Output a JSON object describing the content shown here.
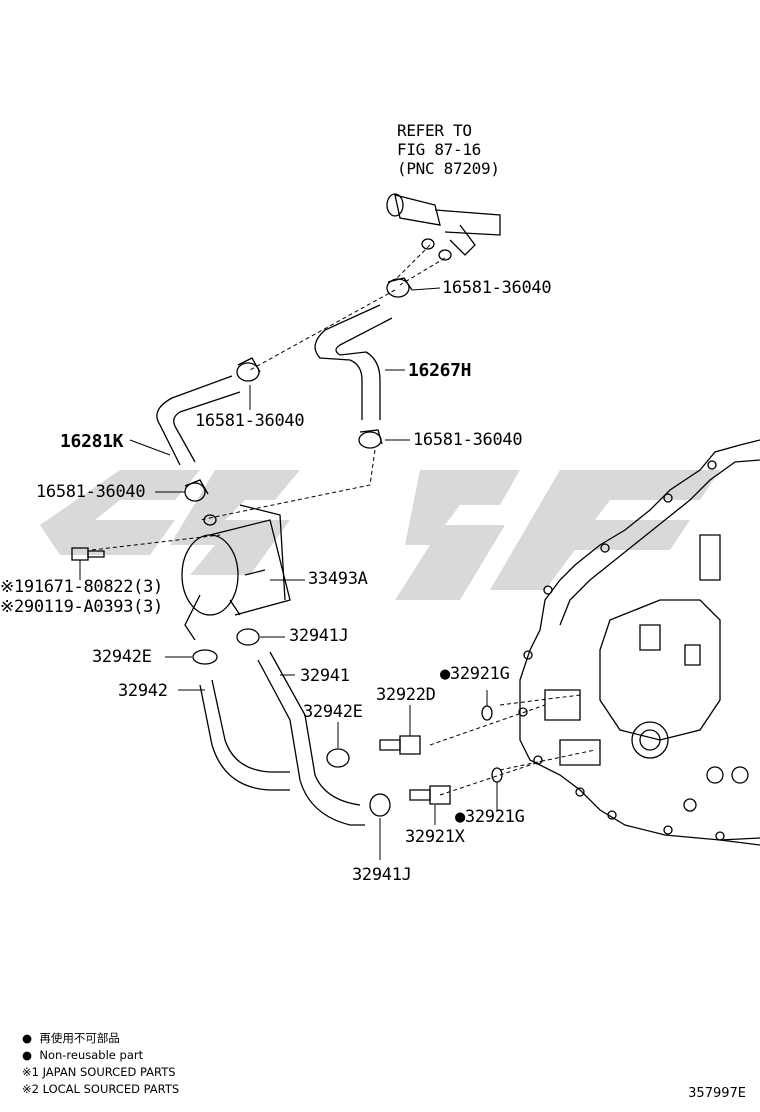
{
  "refer": [
    "REFER TO",
    "FIG 87-16",
    "(PNC 87209)"
  ],
  "parts": {
    "clamp_top": "16581-36040",
    "hose_16267h": "16267H",
    "clamp_mid": "16581-36040",
    "hose_16281k": "16281K",
    "clamp_right": "16581-36040",
    "clamp_left": "16581-36040",
    "cooler": "33493A",
    "bolt_japan": "※191671-80822(3)",
    "bolt_local": "※290119-A0393(3)",
    "clamp_32941j_top": "32941J",
    "clamp_32942e_left": "32942E",
    "hose_32941": "32941",
    "hose_32942": "32942",
    "oring_upper": "●32921G",
    "union_32922d": "32922D",
    "clamp_32942e_mid": "32942E",
    "oring_lower": "●32921G",
    "union_32921x": "32921X",
    "clamp_32941j_bottom": "32941J"
  },
  "legend": [
    "●  再使用不可部品",
    "●  Non-reusable part",
    "※1 JAPAN SOURCED PARTS",
    "※2 LOCAL SOURCED PARTS"
  ],
  "figure_number": "357997E",
  "colors": {
    "line": "#000000",
    "watermark": "#d9d9d9"
  }
}
